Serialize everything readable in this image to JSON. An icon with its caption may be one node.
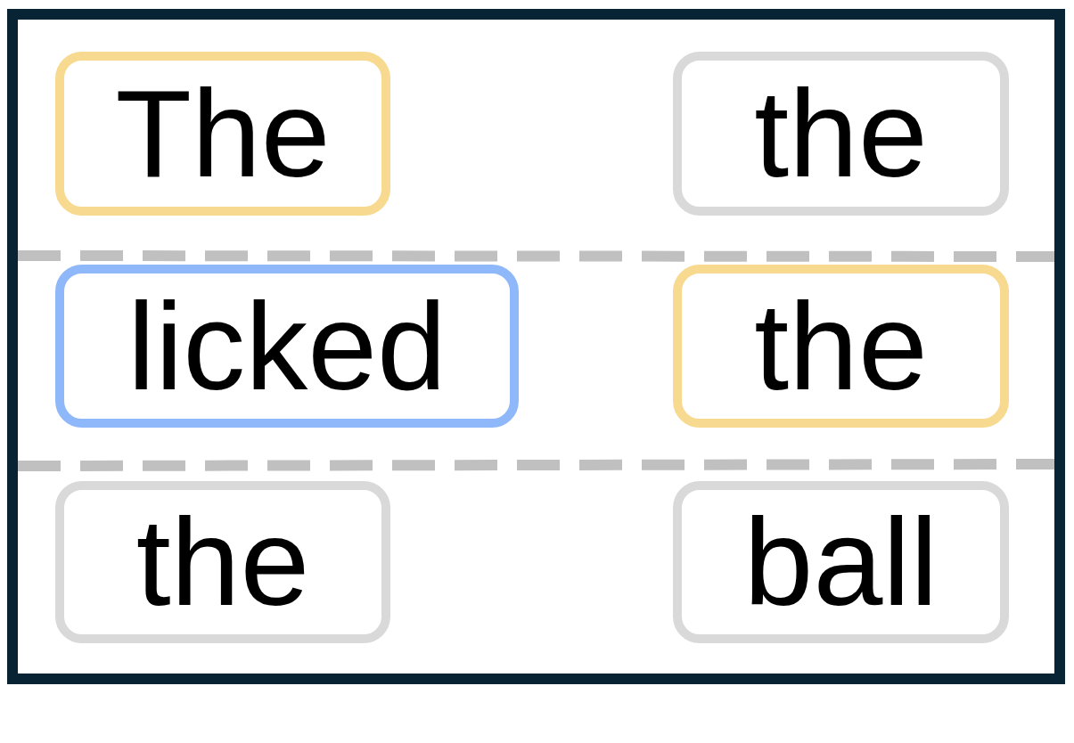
{
  "diagram": {
    "nodes": [
      {
        "text": [],
        "shape": "box"
      },
      {
        "text": [
          "The"
        ],
        "in": 0
      },
      {
        "text": [
          "the"
        ],
        "in": 0
      },
      {
        "text": [
          "licked"
        ],
        "in": 0
      },
      {
        "text": [
          "the"
        ],
        "in": 0
      },
      {
        "text": [
          "the"
        ],
        "in": 0
      },
      {
        "text": [
          "ball"
        ],
        "in": 0
      }
    ]
  }
}
